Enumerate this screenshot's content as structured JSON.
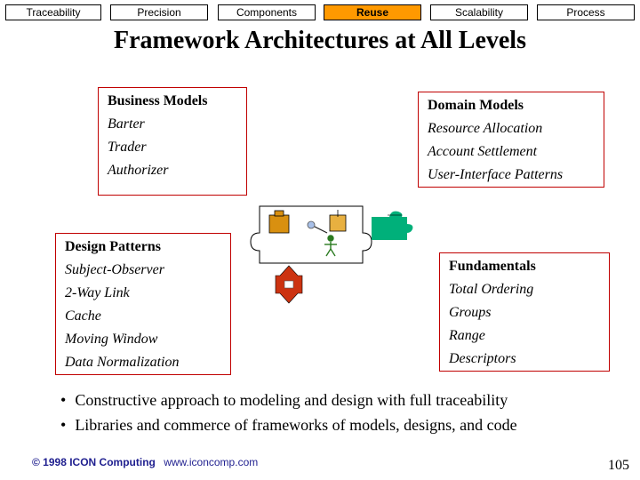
{
  "nav": {
    "tabs": [
      {
        "label": "Traceability",
        "active": false
      },
      {
        "label": "Precision",
        "active": false
      },
      {
        "label": "Components",
        "active": false
      },
      {
        "label": "Reuse",
        "active": true
      },
      {
        "label": "Scalability",
        "active": false
      },
      {
        "label": "Process",
        "active": false
      }
    ],
    "active_color": "#ff9900"
  },
  "title": "Framework Architectures at All Levels",
  "business_models": {
    "heading": "Business Models",
    "items": [
      "Barter",
      "Trader",
      "Authorizer"
    ]
  },
  "domain_models": {
    "heading": "Domain Models",
    "items": [
      "Resource Allocation",
      "Account Settlement",
      "User-Interface Patterns"
    ]
  },
  "design_patterns": {
    "heading": "Design Patterns",
    "items": [
      "Subject-Observer",
      "2-Way Link",
      "Cache",
      "Moving Window",
      "Data Normalization"
    ]
  },
  "fundamentals": {
    "heading": "Fundamentals",
    "items": [
      "Total Ordering",
      "Groups",
      "Range",
      "Descriptors"
    ]
  },
  "bullets": [
    "Constructive approach to modeling and design with full traceability",
    "Libraries and commerce of frameworks of models, designs, and code"
  ],
  "footer": {
    "copyright": "© 1998 ICON Computing",
    "url": "www.iconcomp.com"
  },
  "page_number": "105",
  "colors": {
    "box_border": "#c00000",
    "orange_piece": "#d99010",
    "red_piece": "#cc3311",
    "green_piece": "#00b07a",
    "footer_text": "#1f1f8f"
  },
  "icons": [
    "puzzle-frame-icon",
    "orange-puzzle-piece-icon",
    "red-puzzle-piece-icon",
    "green-puzzle-piece-icon",
    "stick-figure-icon",
    "connector-link-icon"
  ]
}
